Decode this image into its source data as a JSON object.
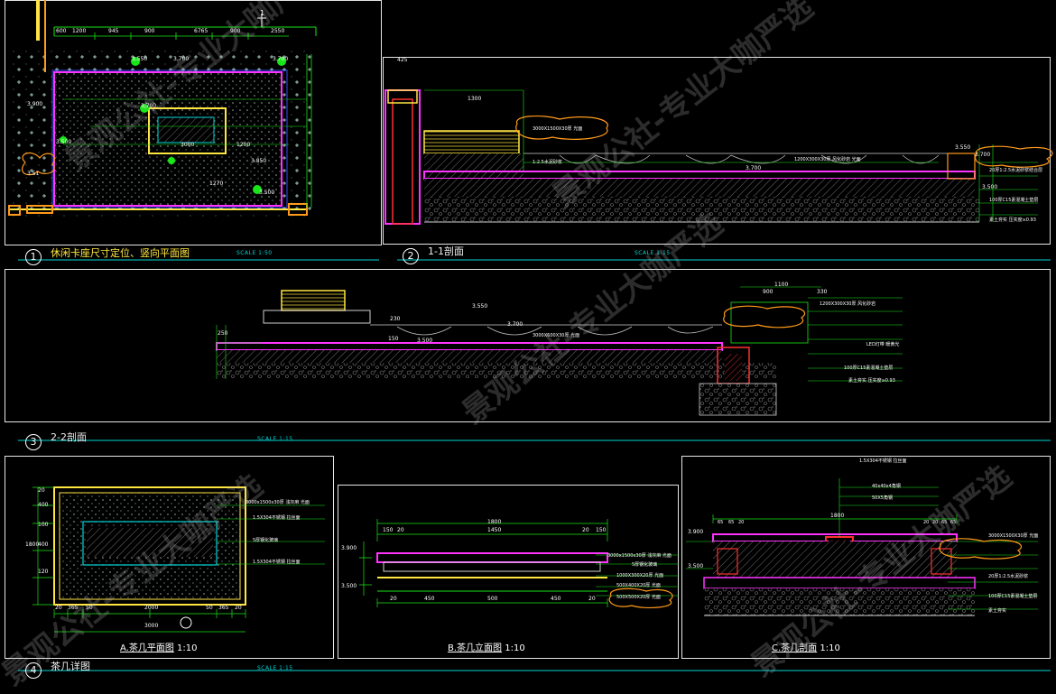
{
  "drawings": [
    {
      "num": "1",
      "title": "休闲卡座尺寸定位、竖向平面图",
      "scale": "SCALE 1:50"
    },
    {
      "num": "2",
      "title": "1-1剖面",
      "scale": "SCALE 1:15"
    },
    {
      "num": "3",
      "title": "2-2剖面",
      "scale": "SCALE 1:15"
    },
    {
      "num": "4",
      "title": "茶几详图",
      "scale": "SCALE 1:15"
    }
  ],
  "details": [
    {
      "title": "A.茶几平面图",
      "scale": "1:10"
    },
    {
      "title": "B.茶几立面图",
      "scale": "1:10"
    },
    {
      "title": "C.茶几剖面",
      "scale": "1:10"
    }
  ],
  "watermark": "景观公社-专业大咖严选",
  "plan": {
    "dims_top": [
      "600",
      "1200",
      "945",
      "900",
      "6765",
      "900",
      "2550"
    ],
    "elevations": [
      "3.550",
      "3.700",
      "3.700",
      "3.700",
      "3.900",
      "3.500",
      "3.850",
      "3.500",
      "3.51"
    ],
    "dims_inner": [
      "3000",
      "1200",
      "1270"
    ],
    "callout": "1"
  },
  "section1": {
    "dims": [
      "425",
      "1300"
    ],
    "elevations": [
      "3.700",
      "3.700",
      "3.550",
      "3.500"
    ],
    "notes": [
      "1200X300X30厚 风化砂岩 光面",
      "3000X1500X30厚 光面",
      "20厚1:2.5水泥砂浆结合层",
      "100厚C15素混凝土垫层",
      "素土夯实 压实度≥0.93",
      "1:2.5水泥砂浆"
    ]
  },
  "section2": {
    "dims": [
      "1100",
      "900",
      "330",
      "230",
      "250",
      "150"
    ],
    "elevations": [
      "3.550",
      "3.700",
      "3.500"
    ],
    "notes": [
      "1200X300X30厚 风化砂岩",
      "3000X600X30厚 光面",
      "LED灯带 暖黄光",
      "100厚C15素混凝土垫层",
      "素土夯实 压实度≥0.93"
    ]
  },
  "tableA": {
    "dims_bottom": [
      "20",
      "365",
      "50",
      "2000",
      "50",
      "365",
      "20"
    ],
    "dims_total": "3000",
    "dims_left": [
      "20",
      "400",
      "100",
      "400",
      "120",
      "1800"
    ],
    "notes": [
      "3000x1500x30厚 浅灰麻 光面",
      "1.5X304不锈钢 拉丝面",
      "5厚钢化玻璃",
      "1.5X304不锈钢 拉丝面"
    ]
  },
  "tableB": {
    "dims_top": [
      "1800",
      "150",
      "20",
      "1450",
      "20",
      "150"
    ],
    "dims_bottom": [
      "20",
      "450",
      "500",
      "450",
      "20"
    ],
    "elevations": [
      "3.900",
      "3.500"
    ],
    "notes": [
      "3000x1500x30厚 浅灰麻 光面",
      "5厚钢化玻璃",
      "1000X300X20厚 光面",
      "500X400X20厚 光面",
      "500X500X20厚 光面"
    ]
  },
  "tableC": {
    "dims_top": [
      "1800",
      "65",
      "65",
      "20",
      "20",
      "20",
      "65",
      "65"
    ],
    "elevations": [
      "3.900",
      "3.500"
    ],
    "notes": [
      "1.5X304不锈钢 拉丝面",
      "40x40x4角钢",
      "50X5角钢",
      "3000X1500X30厚 光面",
      "20厚1:2.5水泥砂浆",
      "100厚C15素混凝土垫层",
      "素土夯实"
    ]
  },
  "colors": {
    "frame": "#e6e6e6",
    "cyan": "#00d6d6",
    "green": "#19e619",
    "magenta": "#ff33ff",
    "yellow": "#ffe640",
    "red": "#ff3030",
    "orange": "#ff9a1a",
    "blue": "#3a4bff",
    "hatch": "#8a8a8a"
  }
}
